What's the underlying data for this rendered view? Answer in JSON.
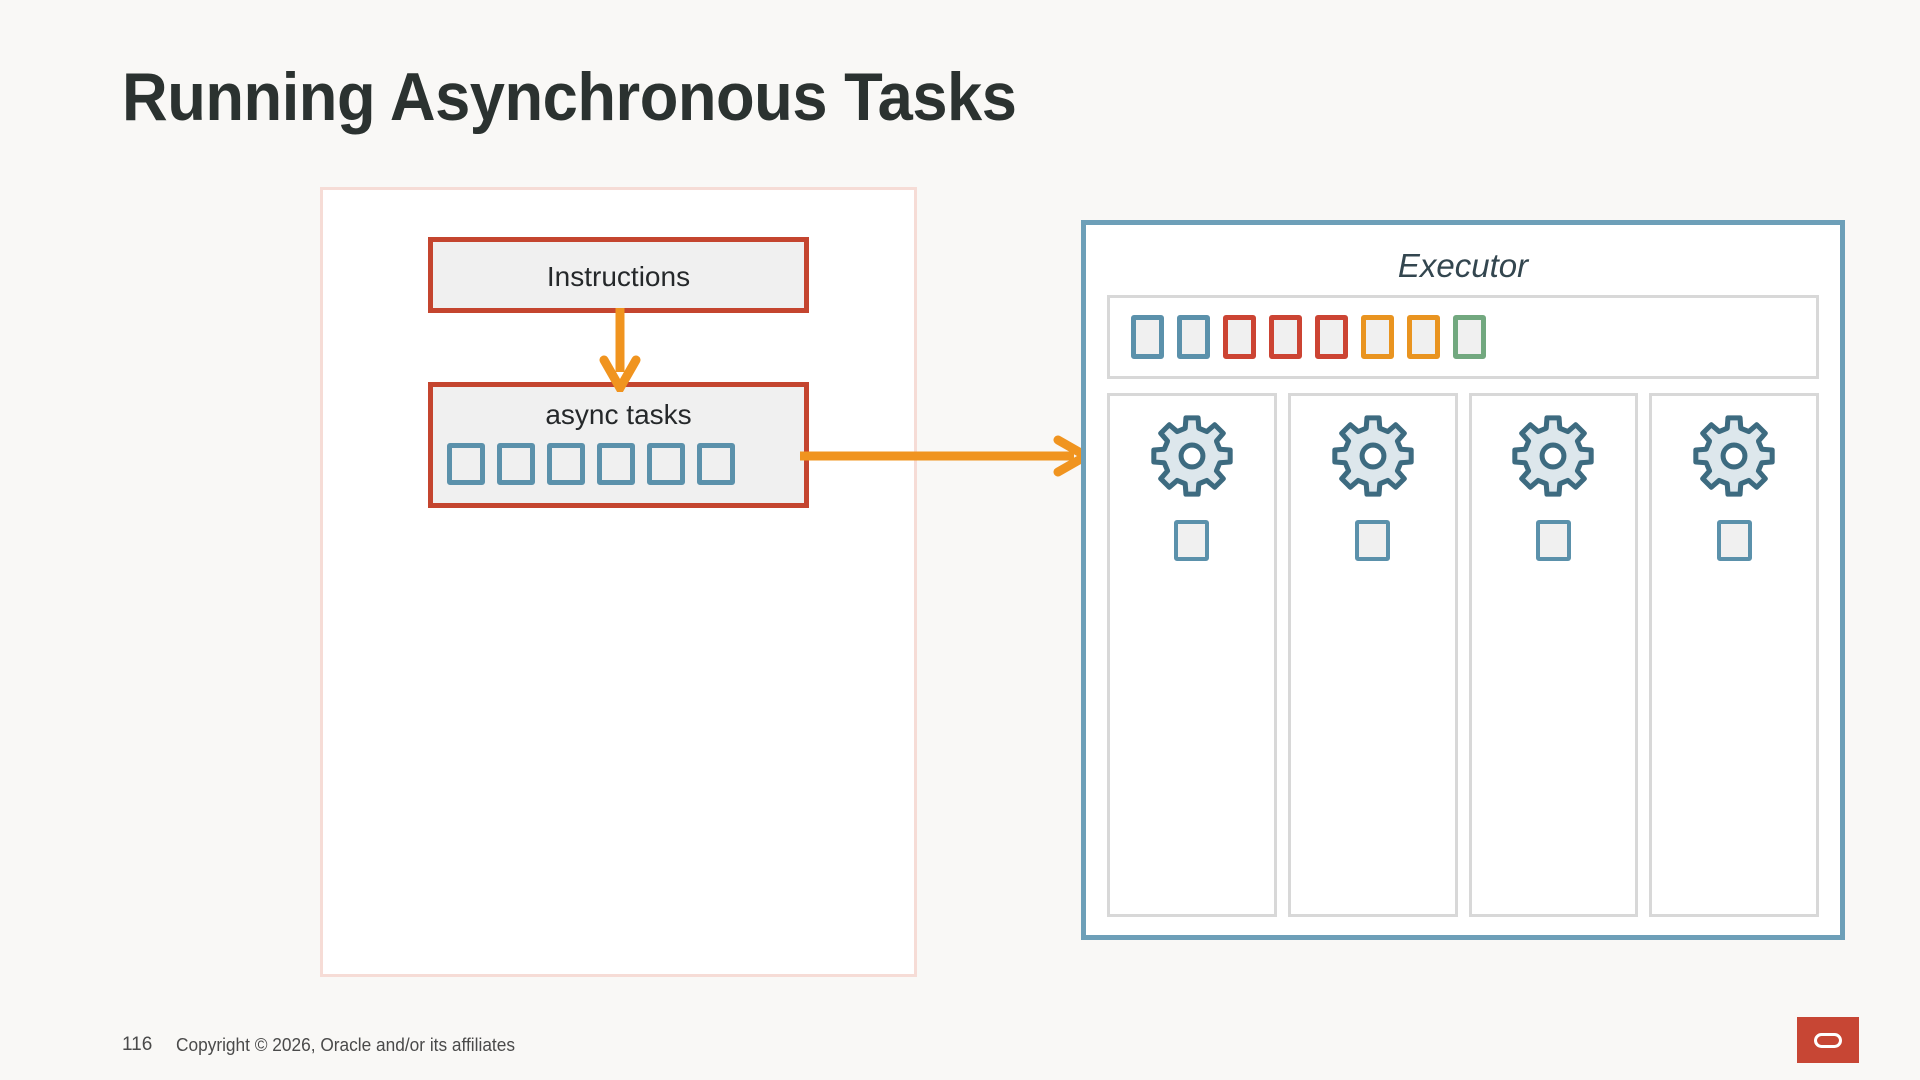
{
  "slide": {
    "title": "Running Asynchronous Tasks",
    "background_color": "#f9f8f6",
    "title_color": "#2b3230"
  },
  "producer_panel": {
    "name": "producer-container",
    "border_color": "#f6dcd6",
    "fill_color": "#ffffff",
    "instructions_box": {
      "label": "Instructions",
      "border_color": "#c4452f",
      "fill_color": "#f0f0f0"
    },
    "async_tasks_box": {
      "label": "async tasks",
      "border_color": "#c4452f",
      "fill_color": "#f0f0f0",
      "task_square_count": 6,
      "task_square_color": "#5b91ab"
    }
  },
  "arrows": {
    "instructions_to_tasks": {
      "name": "arrow-down",
      "color": "#f0941f",
      "direction": "down"
    },
    "tasks_to_executor": {
      "name": "arrow-right",
      "color": "#f0941f",
      "direction": "right"
    }
  },
  "executor_panel": {
    "title": "Executor",
    "border_color": "#6d9fb8",
    "title_color": "#33464f",
    "queue": {
      "name": "task-queue",
      "border_color": "#d8d8d8",
      "squares": [
        {
          "color": "#5b91ab",
          "state": "blue"
        },
        {
          "color": "#5b91ab",
          "state": "blue"
        },
        {
          "color": "#cc4433",
          "state": "red"
        },
        {
          "color": "#cc4433",
          "state": "red"
        },
        {
          "color": "#cc4433",
          "state": "red"
        },
        {
          "color": "#e99420",
          "state": "orange"
        },
        {
          "color": "#e99420",
          "state": "orange"
        },
        {
          "color": "#72a87f",
          "state": "green"
        }
      ]
    },
    "workers": [
      {
        "name": "worker-lane-1",
        "gear_color": "#3d6b80",
        "gear_fill": "#dde7ec",
        "task_square_color": "#5b91ab"
      },
      {
        "name": "worker-lane-2",
        "gear_color": "#3d6b80",
        "gear_fill": "#dde7ec",
        "task_square_color": "#5b91ab"
      },
      {
        "name": "worker-lane-3",
        "gear_color": "#3d6b80",
        "gear_fill": "#dde7ec",
        "task_square_color": "#5b91ab"
      },
      {
        "name": "worker-lane-4",
        "gear_color": "#3d6b80",
        "gear_fill": "#dde7ec",
        "task_square_color": "#5b91ab"
      }
    ]
  },
  "footer": {
    "page_number": "116",
    "copyright": "Copyright © 2026, Oracle and/or its affiliates",
    "logo_color": "#c74634"
  }
}
